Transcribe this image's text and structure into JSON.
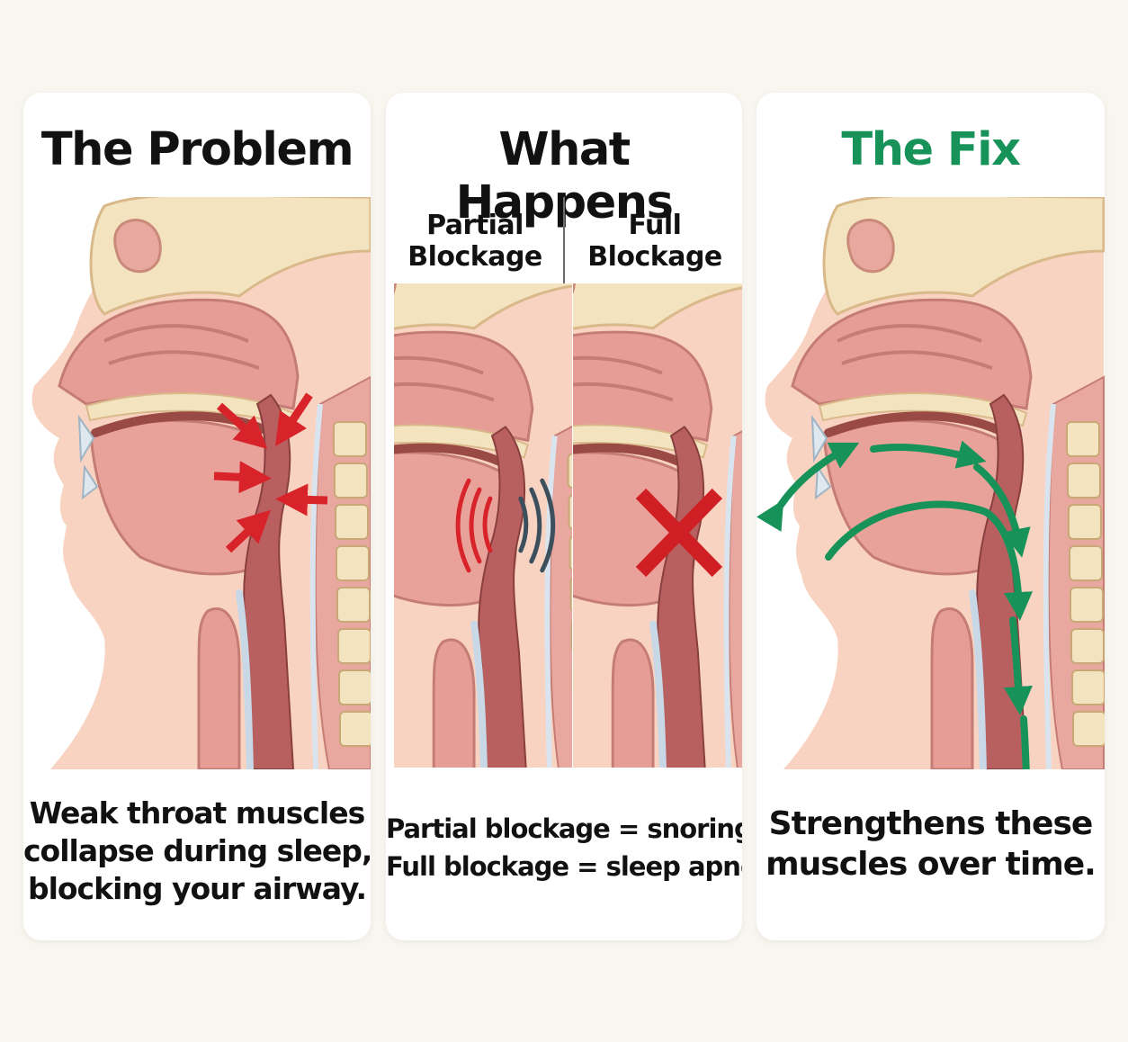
{
  "panels": {
    "problem": {
      "title": "The Problem",
      "caption_lines": [
        "Weak throat muscles",
        "collapse during sleep,",
        "blocking your airway."
      ]
    },
    "happens": {
      "title": "What Happens",
      "sub_a_label_lines": [
        "Partial",
        "Blockage"
      ],
      "sub_b_label_lines": [
        "Full",
        "Blockage"
      ],
      "caption_lines": [
        "Partial blockage = snoring.",
        "Full blockage = sleep apnea."
      ]
    },
    "fix": {
      "title": "The Fix",
      "caption_lines": [
        "Strengthens these",
        "muscles over time."
      ]
    }
  },
  "colors": {
    "background": "#f8f6ef",
    "card": "#ffffff",
    "title": "#111111",
    "fix_title": "#17935a",
    "pressure_arrows": "#d8232a",
    "airflow_arrows": "#17935a",
    "block_x": "#d01f24",
    "snore_waves_front": "#d8232a",
    "snore_waves_back": "#3c4f5c",
    "tissue": "#e59d96",
    "bone": "#f3e3bf",
    "skin": "#f9d3c1"
  },
  "icons": [
    "pressure-arrow-icon",
    "sound-wave-icon",
    "x-mark-icon",
    "airflow-arrow-icon"
  ]
}
